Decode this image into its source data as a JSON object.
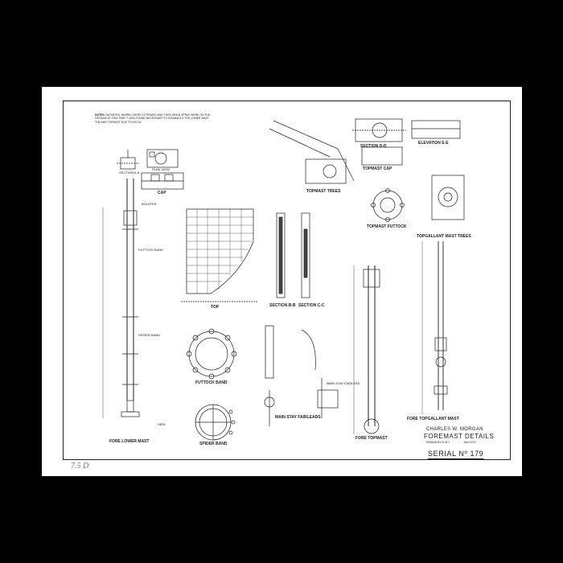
{
  "sheet": {
    "notes": "SATISFIED. BARREL WERE EXTENDED AND THEN WHEN SPRAY WERE ON THE GROUND AT THIS TIME IT WAS FOUND NECESSARY TO DISMANTLE THE LOWER MAST. THE AND TOPMAST DUE TO DECAY.",
    "notes_heading": "NOTES:",
    "labels": {
      "section_aa": "SECTION A-A",
      "plan_view": "PLAN VIEW",
      "cap": "CAP",
      "top": "TOP",
      "section_bb": "SECTION B-B",
      "section_cc": "SECTION C-C",
      "section_dd": "SECTION D-D",
      "elevation_ee": "ELEVATION E-E",
      "topmast_cap": "TOPMAST CAP",
      "topmast_trees": "TOPMAST TREES",
      "topmast_futtock": "TOPMAST FUTTOCK",
      "topgallant_trees": "TOPGALLANT MAST TREES",
      "futtock_band": "FUTTOCK BAND",
      "spider_band": "SPIDER BAND",
      "main_stay_fairleads": "MAIN-STAY FAIRLEADS",
      "fore_lower_mast": "FORE LOWER MAST",
      "fore_topmast": "FORE TOPMAST",
      "fore_topgallant_mast": "FORE TOPGALLANT MAST",
      "heel": "HEEL",
      "bolster": "BOLSTER",
      "futtock_band_small": "FUTTOCK BAND",
      "spider_band_small": "SPIDER BAND",
      "main_stay_fairlead": "MAIN-STAY FAIRLEAD"
    },
    "title": {
      "line1": "CHARLES W. MORGAN",
      "line2": "FOREMAST DETAILS",
      "line3": "DRAWN BY D.W.T.",
      "line4": "JAN 1974",
      "serial": "SERIAL Nº 179"
    },
    "pencil_mark": "7.5 D"
  }
}
